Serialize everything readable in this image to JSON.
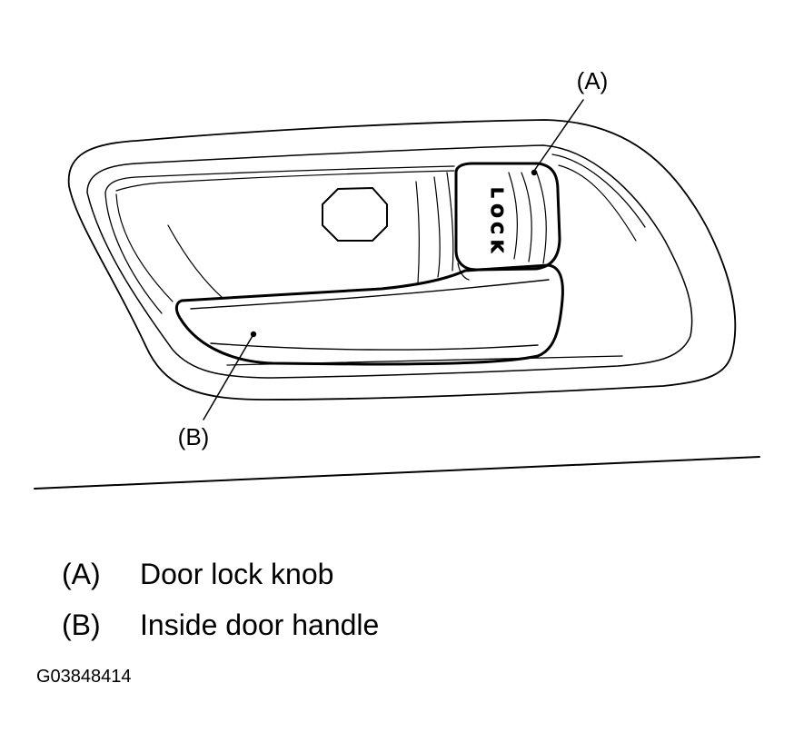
{
  "figure": {
    "callouts": [
      {
        "key": "A",
        "label": "(A)"
      },
      {
        "key": "B",
        "label": "(B)"
      }
    ],
    "knob_text": [
      "L",
      "O",
      "C",
      "K"
    ]
  },
  "legend": [
    {
      "key": "(A)",
      "description": "Door lock knob"
    },
    {
      "key": "(B)",
      "description": "Inside door handle"
    }
  ],
  "figure_id": "G03848414",
  "colors": {
    "line": "#000000",
    "background": "#ffffff"
  }
}
